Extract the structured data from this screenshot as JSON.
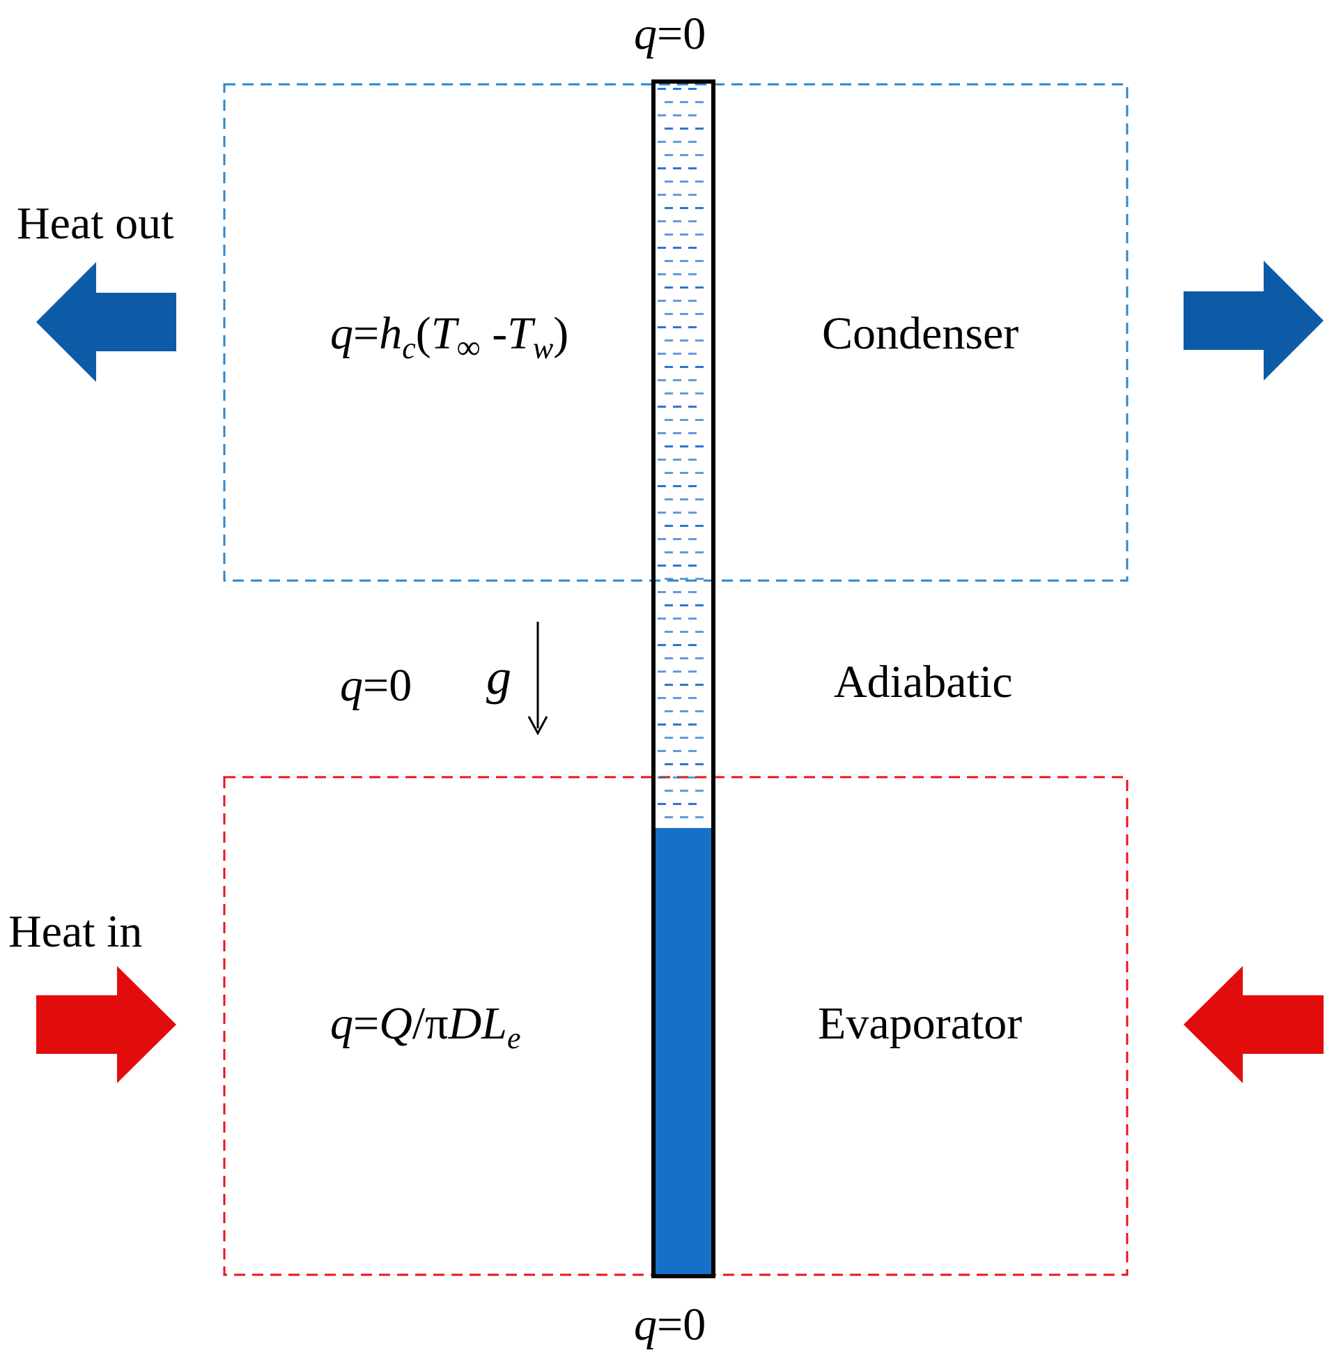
{
  "colors": {
    "condenser_box": "#2E86C8",
    "evaporator_box": "#E8141A",
    "heat_out_arrow": "#0D5BA6",
    "heat_in_arrow": "#E30C0C",
    "liquid": "#1570C8",
    "vapor_dash": "#1F6FD0",
    "tube_wall": "#000000"
  },
  "labels": {
    "top_bc": {
      "var": "q",
      "eq": "=0"
    },
    "bottom_bc": {
      "var": "q",
      "eq": "=0"
    },
    "heat_out": "Heat out",
    "heat_in": "Heat in",
    "condenser": "Condenser",
    "adiabatic": "Adiabatic",
    "evaporator": "Evaporator",
    "condenser_bc": {
      "q": "q",
      "eq1": "=",
      "h": "h",
      "h_sub": "c",
      "open": "(",
      "T1": "T",
      "T1_sub": "∞",
      "minus": " -",
      "T2": "T",
      "T2_sub": "w",
      "close": ")"
    },
    "adiabatic_bc": {
      "var": "q",
      "eq": "=0"
    },
    "gravity": "g",
    "evaporator_bc": {
      "q": "q",
      "eq": "=",
      "Q": "Q",
      "rest": "/π",
      "D": "D",
      "L": "L",
      "L_sub": "e"
    }
  },
  "icons": {
    "heat_out_left": "arrow-left-icon",
    "heat_out_right": "arrow-right-icon",
    "heat_in_left": "arrow-right-icon",
    "heat_in_right": "arrow-left-icon",
    "gravity": "arrow-down-icon"
  }
}
